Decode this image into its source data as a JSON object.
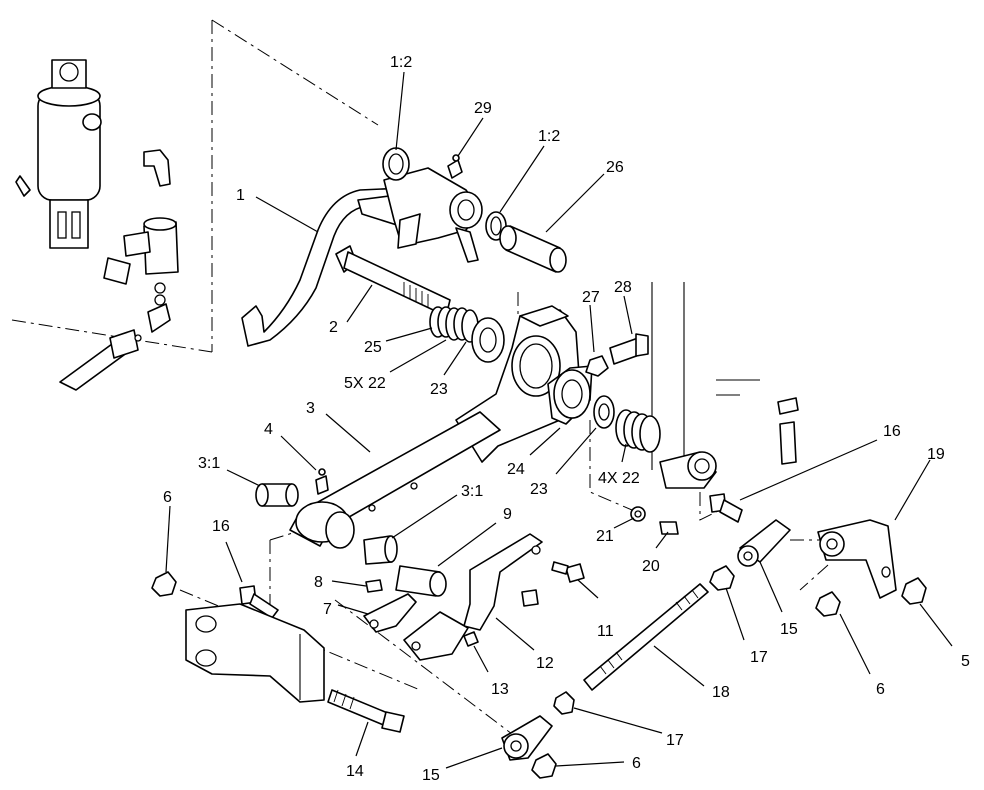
{
  "callouts": {
    "c1": "1",
    "c1_2_top": "1:2",
    "c29": "29",
    "c1_2_right": "1:2",
    "c26": "26",
    "c2": "2",
    "c27": "27",
    "c28": "28",
    "c25": "25",
    "c5x22": "5X 22",
    "c23_left": "23",
    "c3": "3",
    "c4": "4",
    "c3_1_left": "3:1",
    "c16_right": "16",
    "c19": "19",
    "c24": "24",
    "c23_right": "23",
    "c4x22": "4X 22",
    "c3_1_mid": "3:1",
    "c6_left": "6",
    "c16_left": "16",
    "c9": "9",
    "c21": "21",
    "c20": "20",
    "c8": "8",
    "c7": "7",
    "c11": "11",
    "c15_right": "15",
    "c17_right": "17",
    "c5": "5",
    "c12": "12",
    "c13": "13",
    "c6_right": "6",
    "c18": "18",
    "c14": "14",
    "c17_bottom": "17",
    "c15_bottom": "15",
    "c6_bottom": "6"
  }
}
